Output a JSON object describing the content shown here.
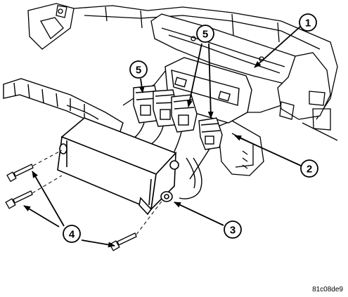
{
  "callouts": {
    "c1": "1",
    "c2": "2",
    "c3": "3",
    "c4": "4",
    "c5a": "5",
    "c5b": "5"
  },
  "figure_id": "81c08de9"
}
